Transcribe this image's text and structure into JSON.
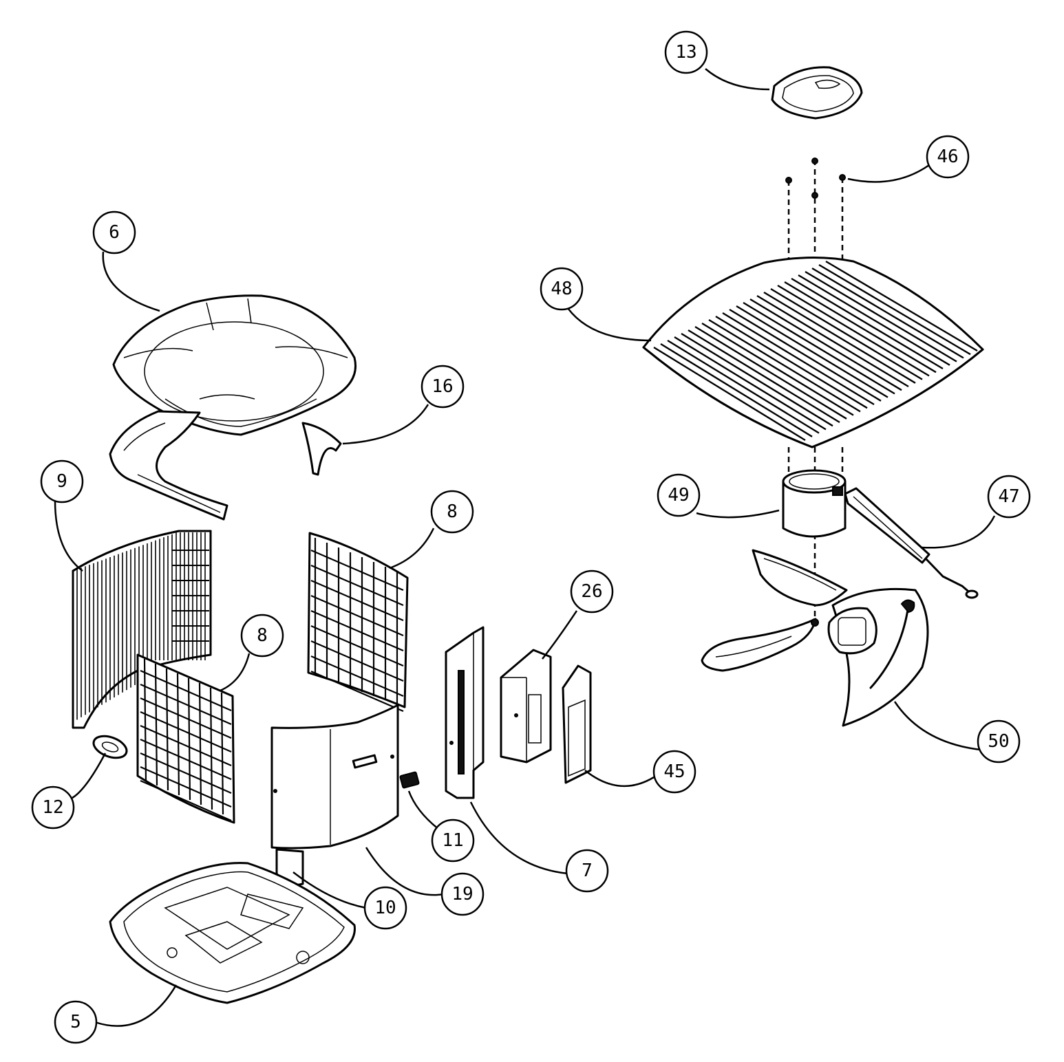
{
  "callouts": [
    {
      "id": "c13",
      "label": "13"
    },
    {
      "id": "c46",
      "label": "46"
    },
    {
      "id": "c6",
      "label": "6"
    },
    {
      "id": "c48",
      "label": "48"
    },
    {
      "id": "c16",
      "label": "16"
    },
    {
      "id": "c9",
      "label": "9"
    },
    {
      "id": "c49",
      "label": "49"
    },
    {
      "id": "c47",
      "label": "47"
    },
    {
      "id": "c8a",
      "label": "8"
    },
    {
      "id": "c8b",
      "label": "8"
    },
    {
      "id": "c26",
      "label": "26"
    },
    {
      "id": "c50",
      "label": "50"
    },
    {
      "id": "c45",
      "label": "45"
    },
    {
      "id": "c12",
      "label": "12"
    },
    {
      "id": "c11",
      "label": "11"
    },
    {
      "id": "c7",
      "label": "7"
    },
    {
      "id": "c19",
      "label": "19"
    },
    {
      "id": "c10",
      "label": "10"
    },
    {
      "id": "c5",
      "label": "5"
    }
  ]
}
